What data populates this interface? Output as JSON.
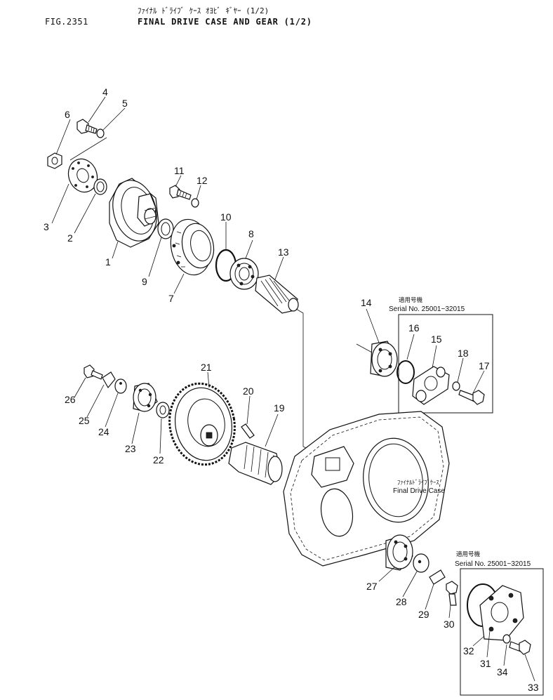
{
  "header": {
    "figure_no": "FIG.2351",
    "title_kana": "ﾌｧｲﾅﾙ ﾄﾞﾗｲﾌﾞ ｹｰｽ ｵﾖﾋﾞ ｷﾞﾔｰ (1/2)",
    "title": "FINAL DRIVE CASE AND GEAR (1/2)"
  },
  "callouts": [
    "1",
    "2",
    "3",
    "4",
    "5",
    "6",
    "7",
    "8",
    "9",
    "10",
    "11",
    "12",
    "13",
    "14",
    "15",
    "16",
    "17",
    "18",
    "19",
    "20",
    "21",
    "22",
    "23",
    "24",
    "25",
    "26",
    "27",
    "28",
    "29",
    "30",
    "31",
    "32",
    "33",
    "34"
  ],
  "notes": {
    "serial_box_1": {
      "label_jp": "適用号機",
      "label": "Serial  No.  25001~32015"
    },
    "serial_box_2": {
      "label_jp": "適用号機",
      "label": "Serial  No.  25001~32015"
    },
    "case": {
      "label_jp": "ﾌｧｲﾅﾙﾄﾞﾗｲﾌﾞｹｰｽ",
      "label": "Final  Drive  Case"
    }
  }
}
